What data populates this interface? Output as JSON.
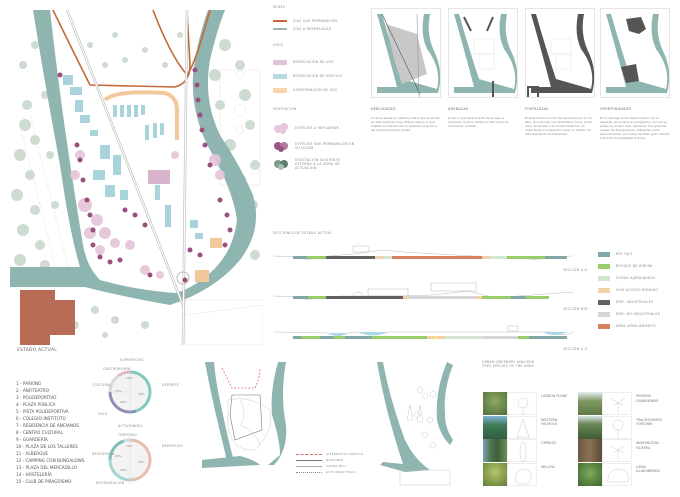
{
  "main_plan": {
    "label": "ESTADO ACTUAL",
    "colors": {
      "river": "#8fb5b0",
      "roads": "#c4693a",
      "relocate_use": "#d8b3cc",
      "relocate_building": "#a9d4dc",
      "conserve_use": "#f2c89a",
      "trees_existing": "#a8bfae",
      "trees_remain": "#9b4f7e",
      "trees_replant": "#e6c3d8",
      "stadium": "#b86b55"
    }
  },
  "legend_top": {
    "redes_title": "REDES",
    "redes": [
      {
        "label": "VÍAS QUE PERMANECEN",
        "color": "#c4693a"
      },
      {
        "label": "VÍAS A REEMPLAZAR",
        "color": "#9fb5ad"
      }
    ],
    "usos_title": "USOS",
    "usos": [
      {
        "label": "REUBICACIÓN DE USO",
        "color": "#dcc3d8"
      },
      {
        "label": "REUBICACIÓN DE EDIFICIO",
        "color": "#b6dbe0"
      },
      {
        "label": "CONSERVACIÓN DE USO",
        "color": "#f7d5b0"
      }
    ],
    "vegetacion_title": "VEGETACIÓN",
    "vegetacion": [
      {
        "label": "ESPECIES A REPLANTAR",
        "color": "#e7c7d9"
      },
      {
        "label": "ESPECIES QUE PERMANECEN EN SU LUGAR",
        "color": "#9b5480"
      },
      {
        "label": "VEGETACIÓN EXISTENTE EXTERNA A LA ZONA DE ACTUACIÓN",
        "color": "#7e9c89"
      }
    ]
  },
  "dafo": [
    {
      "title": "DEBILIDADES",
      "text": "La zona posee un sistema viario que la divide en tres sectores muy diferenciados, lo que impide la creación de un sistema conjunto y las relaciones entre zonas."
    },
    {
      "title": "AMENAZAS",
      "text": "Al ser la principal puerta de acceso a Aranjuez, la zona recibe un alto nivel de circulación rodada."
    },
    {
      "title": "FORTALEZAS",
      "text": "El área actúa a modo de península por el río Tajo, el cual crea una atmósfera única. Al ser zona de acceso a la ciudad histórica, es importante considerarla como un diseño de este elemento de transición."
    },
    {
      "title": "OPORTUNIDADES",
      "text": "El río alberga actos relacionados con el deporte, entre ellos el piragüismo, el cual ya posee su propio club. Aparecen dos grandes masas de descampado, utilizadas como aparcamiento, los cuales aportan gran interés a la hora de rediseñar la zona."
    }
  ],
  "sections": {
    "title": "SECCIONES DE ESTADO ACTUAL",
    "rows": [
      {
        "label": "SECCIÓN A-A'"
      },
      {
        "label": "SECCIÓN B-B'"
      },
      {
        "label": "SECCIÓN C-C'"
      }
    ],
    "legend": [
      {
        "label": "RÍO TAJO",
        "color": "#7fa8a6"
      },
      {
        "label": "BOSQUE DE RIBERA",
        "color": "#9ccc6a"
      },
      {
        "label": "ZONAS AJARDINADAS",
        "color": "#d3e6cf"
      },
      {
        "label": "VÍAS ACCESO RODADO",
        "color": "#f1d2a8"
      },
      {
        "label": "EDIF. INDUSTRIALES",
        "color": "#626262"
      },
      {
        "label": "EDIF. NO INDUSTRIALES",
        "color": "#d5d5d5"
      },
      {
        "label": "ÁREA APARCAMIENTO",
        "color": "#d8805f"
      }
    ]
  },
  "places_list": [
    "1 - PARKING",
    "2 - ANFITEATRO",
    "3 - POLIDEPORTIVO",
    "4 - PLAZA PÚBLICA",
    "5 - PISTA POLIDEPORTIVA",
    "6 - COLEGIO-INSTITUTO",
    "7 - RESIDENCIA DE ANCIANOS",
    "8 - CENTRO CULTURAL",
    "9 - GUARDERÍA",
    "10 - PLAZA DE LOS TALLERES",
    "11 - ALBERGUE",
    "12 - CAMPING CON BUNGALOWS",
    "13 - PLAZA DEL MERCADILLO",
    "14 - HOSTELERÍA",
    "15 - CLUB DE PIRAGÜISMO"
  ],
  "chart_data": [
    {
      "type": "pie",
      "title": "SUPERFICIES",
      "categories": [
        "DEPORTE",
        "OCIO",
        "CULTURAL",
        "GASTRONOMÍA"
      ],
      "values": [
        45,
        30,
        15,
        10
      ],
      "colors": [
        "#7fcabd",
        "#8e8fb5",
        "#d9d9d9",
        "#e2b9bd"
      ]
    },
    {
      "type": "pie",
      "title": "ACTIVIDADES",
      "categories": [
        "DEPORTIVO",
        "RESTAURACIÓN",
        "RESIDENCIA",
        "TEMPORAL"
      ],
      "values": [
        45,
        25,
        20,
        10
      ],
      "colors": [
        "#e6bfae",
        "#a5d4d4",
        "#7fbdbd",
        "#c8e2dd"
      ]
    }
  ],
  "mobility_legend": [
    {
      "label": "ALTERNATIVA TRÁFICO",
      "color": "#e06b6b",
      "style": "dashed"
    },
    {
      "label": "MICROBÚS",
      "color": "#777777",
      "style": "solid"
    },
    {
      "label": "CARRIL BICI",
      "color": "#aaaaaa",
      "style": "solid"
    },
    {
      "label": "ACTIVIDAD FÍSICA",
      "color": "#888888",
      "style": "dotted"
    }
  ],
  "trees": {
    "title": "URBAN GREENERY ANALYSIS",
    "subtitle": "TREE SPECIES OF THE AREA",
    "left": [
      {
        "name": "LONDON PLANE",
        "photo": "#6f8e4a"
      },
      {
        "name": "WESTERN HELMOCK",
        "photo": "#3f7a55"
      },
      {
        "name": "CYPRESS",
        "photo": "#527a4e"
      },
      {
        "name": "WILLOW",
        "photo": "#8fa24d"
      }
    ],
    "right": [
      {
        "name": "PHOENIX CANARIENSIS",
        "photo": "#7c9860"
      },
      {
        "name": "TRACHYCARPUS FORTUNEI",
        "photo": "#6a8856"
      },
      {
        "name": "WASHINGTON FILIFERA",
        "photo": "#6d5a44"
      },
      {
        "name": "CARIA ILLINOINENSIS",
        "photo": "#5c8a48"
      }
    ]
  }
}
